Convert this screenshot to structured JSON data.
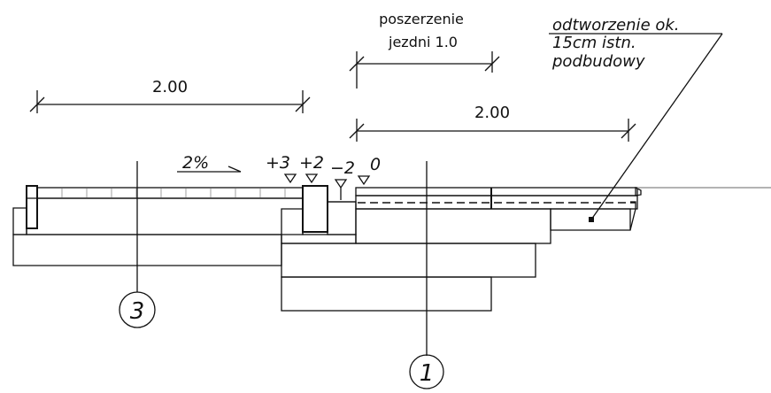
{
  "labels": {
    "dim_left": "2.00",
    "dim_right": "2.00",
    "widening_line1": "poszerzenie",
    "widening_line2": "jezdni 1.0",
    "note_line1": "odtworzenie ok.",
    "note_line2": "15cm istn.",
    "note_line3": "podbudowy",
    "slope": "2%",
    "elev_1": "+3",
    "elev_2": "+2",
    "elev_3": "−2",
    "elev_4": "0",
    "marker_3": "3",
    "marker_1": "1"
  },
  "colors": {
    "line": "#111111",
    "asphalt": "#8f8f8f",
    "asphalt_dark": "#6e6e6e",
    "ground_line": "#9a9a9a"
  }
}
